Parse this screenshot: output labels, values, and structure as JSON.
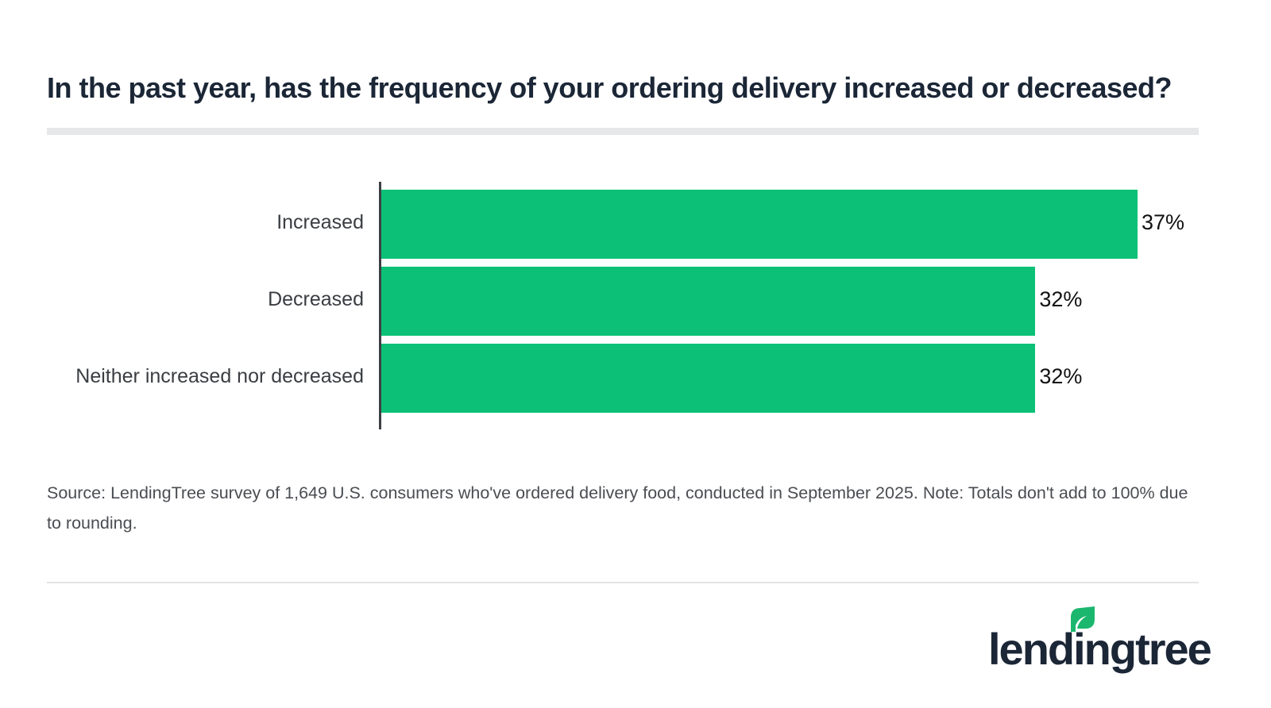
{
  "chart_data": {
    "type": "bar",
    "orientation": "horizontal",
    "title": "In the past year, has the frequency of your ordering delivery increased or decreased?",
    "categories": [
      "Increased",
      "Decreased",
      "Neither increased nor decreased"
    ],
    "values": [
      37,
      32,
      32
    ],
    "data_labels": [
      "37%",
      "32%",
      "32%"
    ],
    "unit": "%",
    "xlim": [
      0,
      37
    ],
    "grid": false,
    "bar_color": "#0cc177"
  },
  "footnote": "Source: LendingTree survey of 1,649 U.S. consumers who've ordered delivery food, conducted in September 2025. Note: Totals don't add to 100% due to rounding.",
  "logo": {
    "text": "lendingtree",
    "leaf_color": "#1bb76e"
  }
}
